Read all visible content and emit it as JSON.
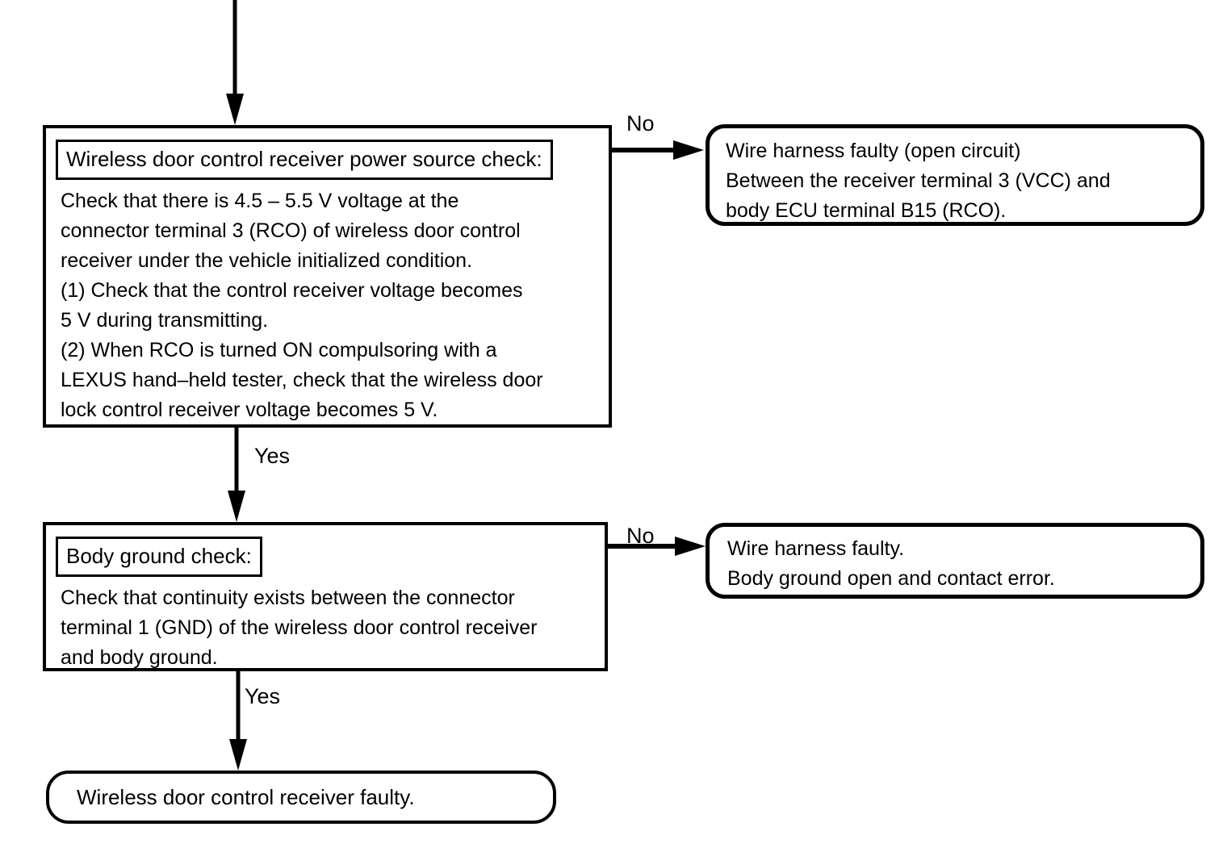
{
  "colors": {
    "paper": "#ffffff",
    "ink": "#000000"
  },
  "edge_labels": {
    "no1": "No",
    "yes1": "Yes",
    "no2": "No",
    "yes2": "Yes"
  },
  "steps": {
    "power_source_check": {
      "title": "Wireless door control receiver power source check:",
      "lines": [
        "Check that there is 4.5 – 5.5 V voltage at the",
        "connector terminal 3 (RCO) of wireless door control",
        "receiver under the vehicle initialized condition.",
        "(1) Check that the control receiver voltage becomes",
        "5 V during transmitting.",
        "(2) When RCO is turned ON compulsoring with a",
        "LEXUS hand–held tester, check that the wireless door",
        "lock control receiver voltage becomes 5 V."
      ]
    },
    "body_ground_check": {
      "title": "Body ground check:",
      "lines": [
        "Check that continuity exists between the connector",
        "terminal 1 (GND) of the wireless door control receiver",
        "and body ground."
      ]
    }
  },
  "results": {
    "open_circuit": {
      "lines": [
        "Wire harness faulty (open circuit)",
        "Between the receiver terminal 3 (VCC) and",
        "body ECU terminal B15 (RCO)."
      ]
    },
    "body_ground_fault": {
      "lines": [
        "Wire harness faulty.",
        "Body ground open and contact error."
      ]
    },
    "receiver_faulty": {
      "line": "Wireless door control receiver faulty."
    }
  }
}
